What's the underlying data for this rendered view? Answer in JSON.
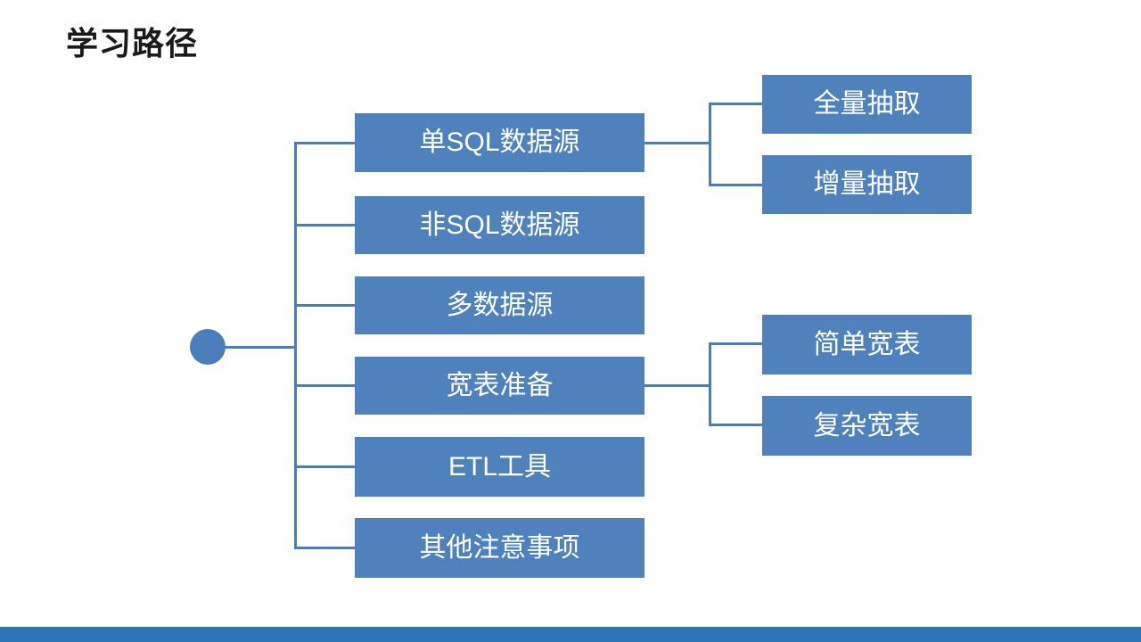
{
  "slide": {
    "title": "学习路径"
  },
  "diagram": {
    "colors": {
      "box_fill": "#4f81bd",
      "line": "#4a7ebb",
      "box_text": "#ffffff",
      "title_text": "#1a1a1a"
    },
    "root": {
      "shape": "circle"
    },
    "branches": [
      {
        "label": "单SQL数据源",
        "children": [
          {
            "label": "全量抽取"
          },
          {
            "label": "增量抽取"
          }
        ]
      },
      {
        "label": "非SQL数据源",
        "children": []
      },
      {
        "label": "多数据源",
        "children": []
      },
      {
        "label": "宽表准备",
        "children": [
          {
            "label": "简单宽表"
          },
          {
            "label": "复杂宽表"
          }
        ]
      },
      {
        "label": "ETL工具",
        "children": []
      },
      {
        "label": "其他注意事项",
        "children": []
      }
    ]
  },
  "footer": {
    "bar_color": "#2e75b6"
  }
}
